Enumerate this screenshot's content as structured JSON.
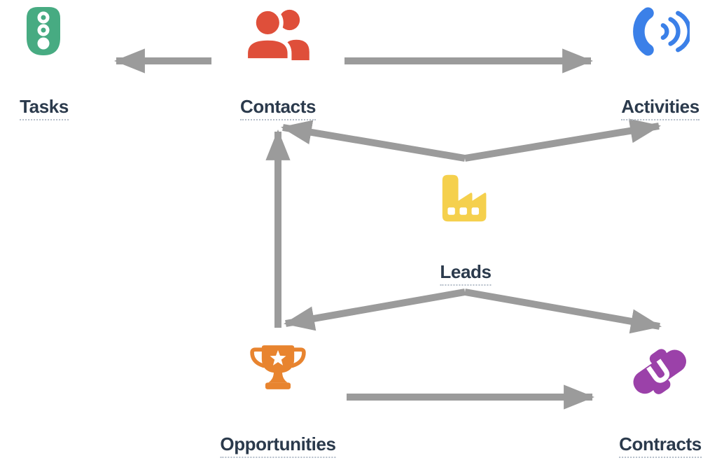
{
  "diagram": {
    "label_color": "#2b3a4c",
    "arrow_color": "#9b9b9b",
    "underline_style": "dotted",
    "nodes": [
      {
        "id": "tasks",
        "label": "Tasks",
        "icon": "traffic-light-icon",
        "color": "#47ab82"
      },
      {
        "id": "contacts",
        "label": "Contacts",
        "icon": "people-icon",
        "color": "#df4f3a"
      },
      {
        "id": "activities",
        "label": "Activities",
        "icon": "phone-volume-icon",
        "color": "#3b80e8"
      },
      {
        "id": "leads",
        "label": "Leads",
        "icon": "factory-icon",
        "color": "#f5d04d"
      },
      {
        "id": "opportunities",
        "label": "Opportunities",
        "icon": "trophy-icon",
        "color": "#e8842f"
      },
      {
        "id": "contracts",
        "label": "Contracts",
        "icon": "handshake-icon",
        "color": "#9b41a9"
      }
    ],
    "edges": [
      {
        "from": "contacts",
        "to": "tasks"
      },
      {
        "from": "contacts",
        "to": "activities"
      },
      {
        "from": "leads",
        "to": "contacts"
      },
      {
        "from": "leads",
        "to": "activities"
      },
      {
        "from": "opportunities",
        "to": "contacts"
      },
      {
        "from": "leads",
        "to": "opportunities"
      },
      {
        "from": "leads",
        "to": "contracts"
      },
      {
        "from": "opportunities",
        "to": "contracts"
      }
    ]
  }
}
